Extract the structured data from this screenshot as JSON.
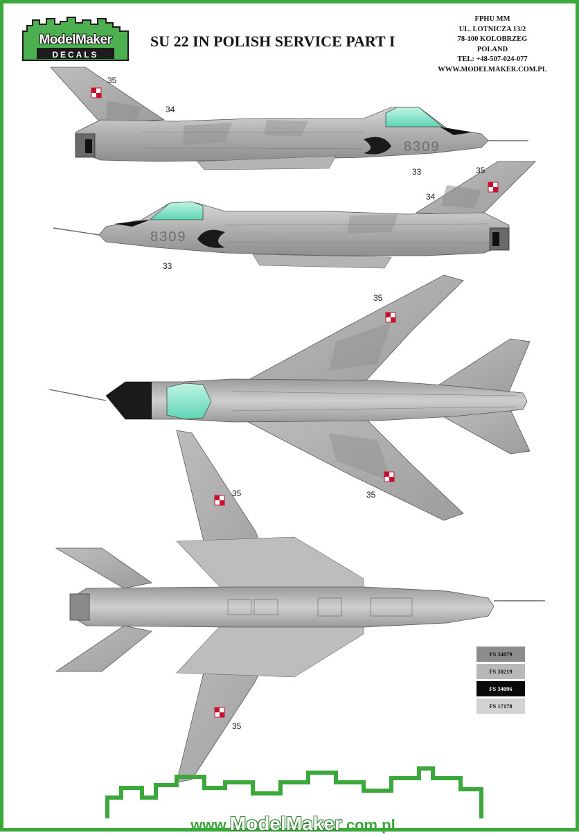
{
  "brand": {
    "logo_name": "ModelMaker",
    "logo_sub": "DECALS",
    "colors": {
      "accent": "#3aa83a",
      "logo_bg": "#4caf50"
    }
  },
  "title": "SU 22 IN POLISH SERVICE PART I",
  "address": {
    "lines": [
      "FPHU MM",
      "UL. LOTNICZA 13/2",
      "78-100 KOLOBRZEG",
      "POLAND",
      "TEL: +48-507-024-077",
      "WWW.MODELMAKER.COM.PL"
    ]
  },
  "side_views": {
    "serial": "8309"
  },
  "callouts": {
    "c35": "35",
    "c34": "34",
    "c33": "33"
  },
  "swatches": [
    {
      "label": "FS 34079",
      "color": "#8c8c8c",
      "text_color": "#111111"
    },
    {
      "label": "FS 30219",
      "color": "#b8b8b8",
      "text_color": "#111111"
    },
    {
      "label": "FS 34096",
      "color": "#0a0a0a",
      "text_color": "#ffffff"
    },
    {
      "label": "FS 17178",
      "color": "#d2d2d2",
      "text_color": "#111111"
    }
  ],
  "footer": {
    "prefix": "www.",
    "brand": "ModelMaker",
    "suffix": ".com.pl"
  }
}
